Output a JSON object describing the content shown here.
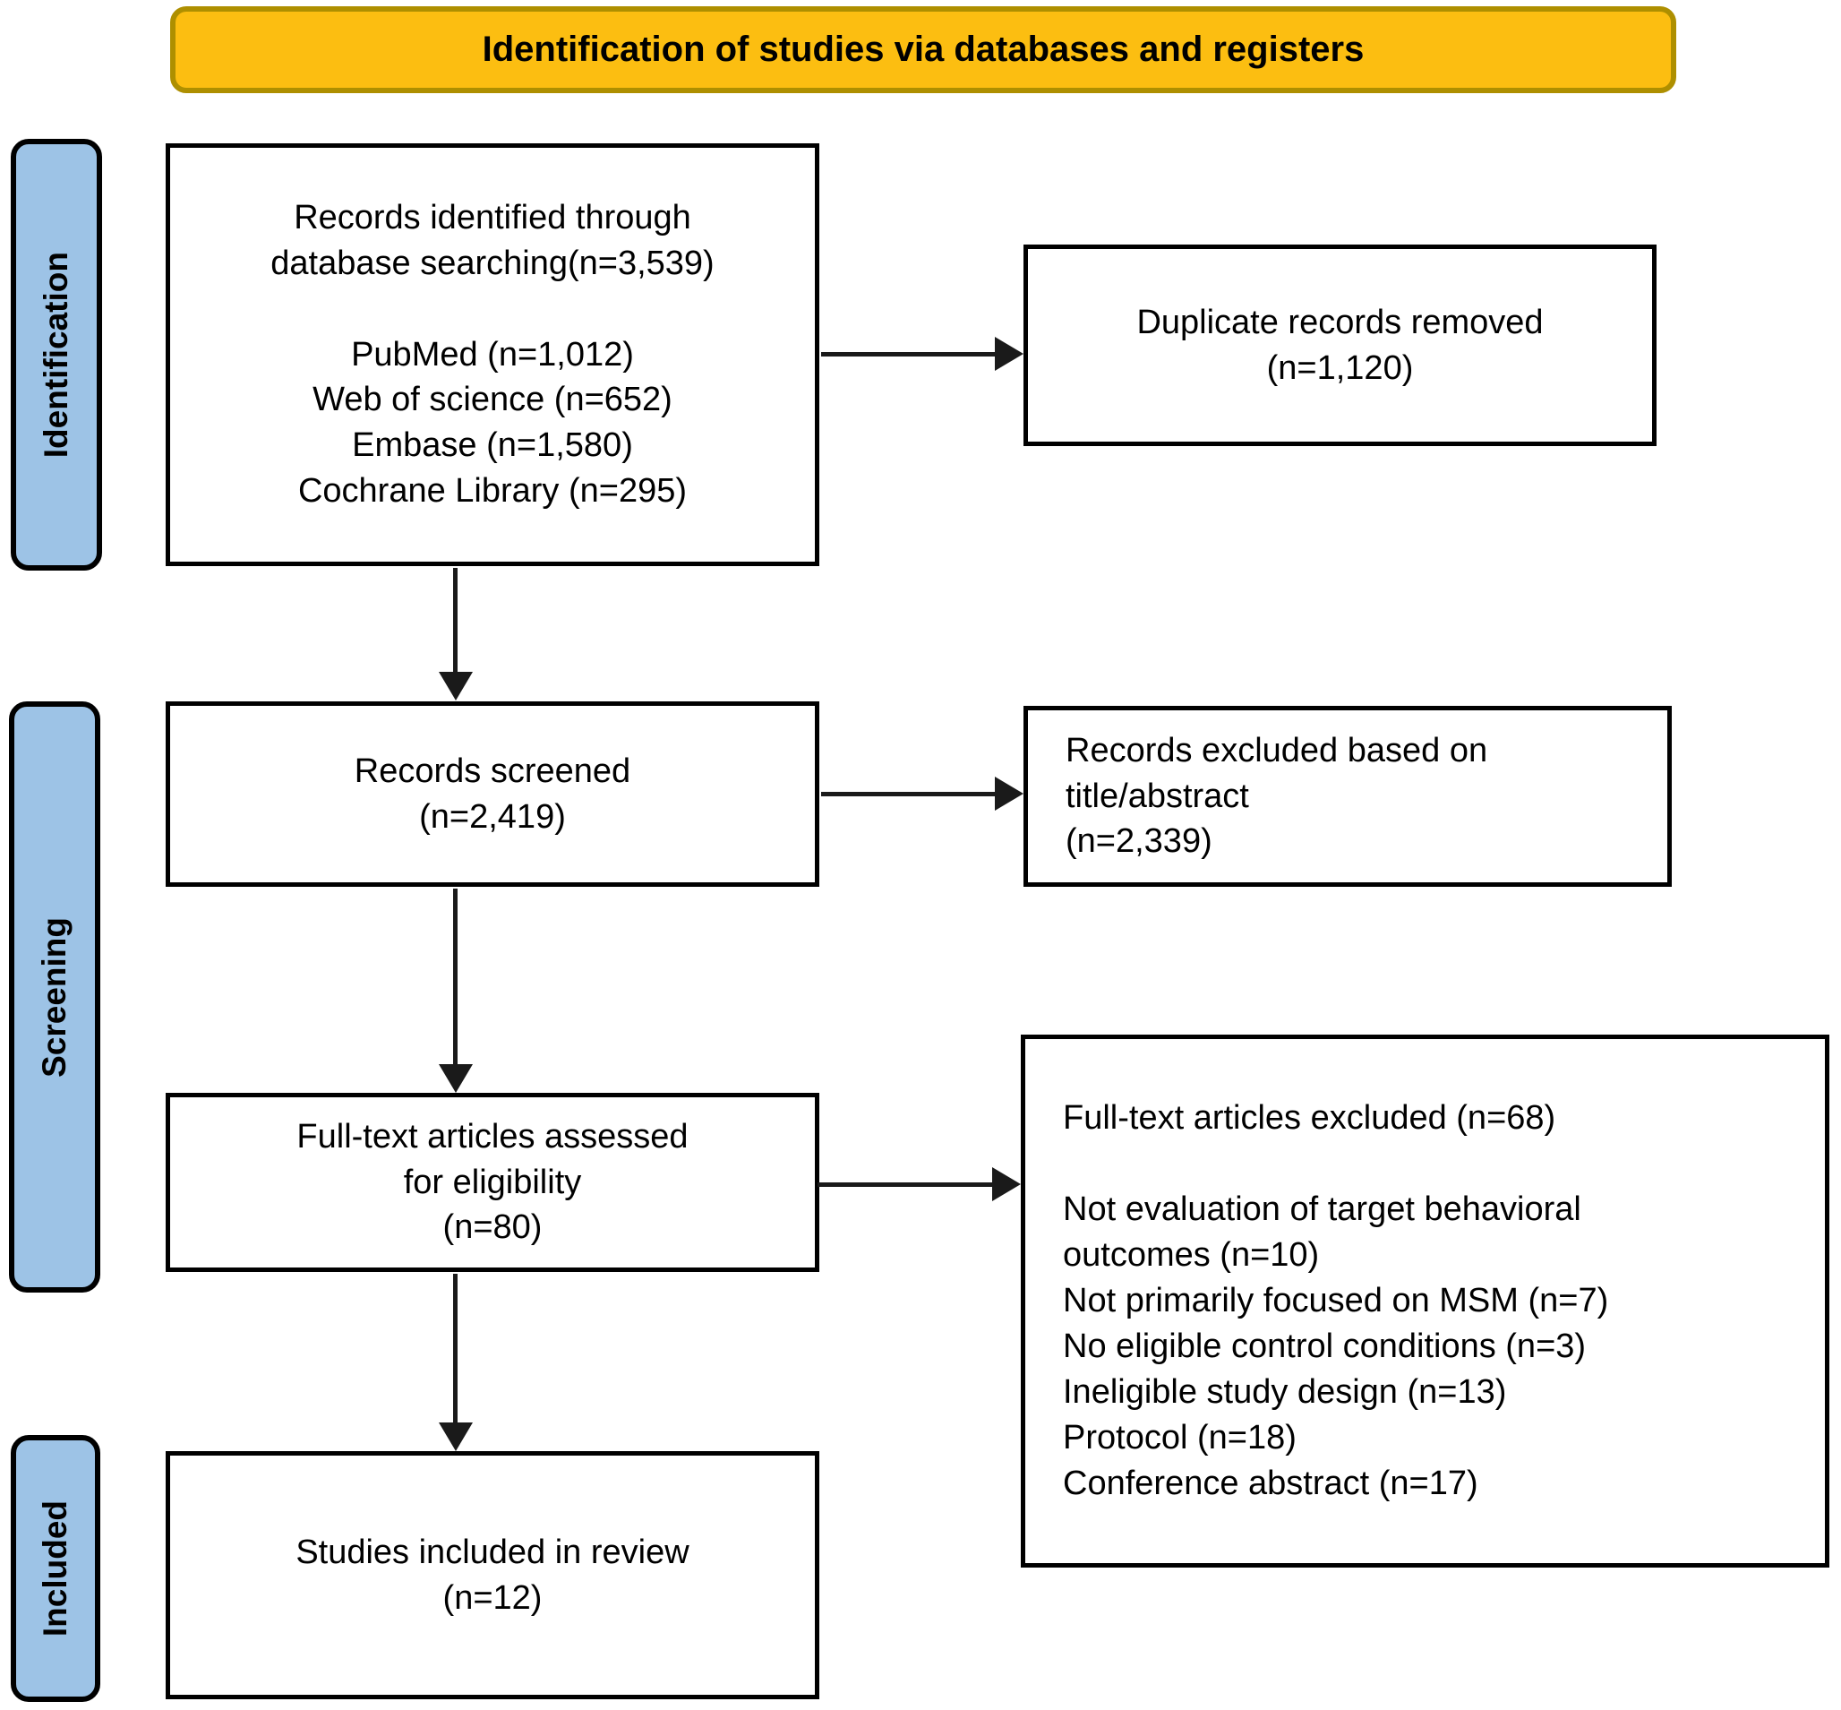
{
  "title": "Identification of studies via databases and registers",
  "colors": {
    "banner_fill": "#FCBE11",
    "banner_border": "#AE8F00",
    "stage_fill": "#9DC3E6",
    "box_border": "#000000",
    "arrow": "#1a1a1a"
  },
  "stages": [
    {
      "label": "Identification"
    },
    {
      "label": "Screening"
    },
    {
      "label": "Included"
    }
  ],
  "boxes": {
    "identified": {
      "lines": [
        "Records identified through",
        "database searching(n=3,539)",
        "",
        "PubMed (n=1,012)",
        "Web of science (n=652)",
        "Embase (n=1,580)",
        "Cochrane Library (n=295)"
      ]
    },
    "duplicates": {
      "lines": [
        "Duplicate records removed",
        "(n=1,120)"
      ]
    },
    "screened": {
      "lines": [
        "Records screened",
        "(n=2,419)"
      ]
    },
    "excluded_title_abstract": {
      "lines": [
        "Records excluded based on",
        "title/abstract",
        "(n=2,339)"
      ]
    },
    "fulltext_assessed": {
      "lines": [
        "Full-text articles assessed",
        "for eligibility",
        "(n=80)"
      ]
    },
    "fulltext_excluded": {
      "lines": [
        "Full-text articles excluded (n=68)",
        "",
        "Not evaluation of target behavioral",
        "outcomes (n=10)",
        "Not primarily focused on MSM (n=7)",
        "No eligible control conditions (n=3)",
        "Ineligible study design (n=13)",
        "Protocol (n=18)",
        "Conference abstract (n=17)"
      ]
    },
    "included": {
      "lines": [
        "Studies included in review",
        "(n=12)"
      ]
    }
  }
}
